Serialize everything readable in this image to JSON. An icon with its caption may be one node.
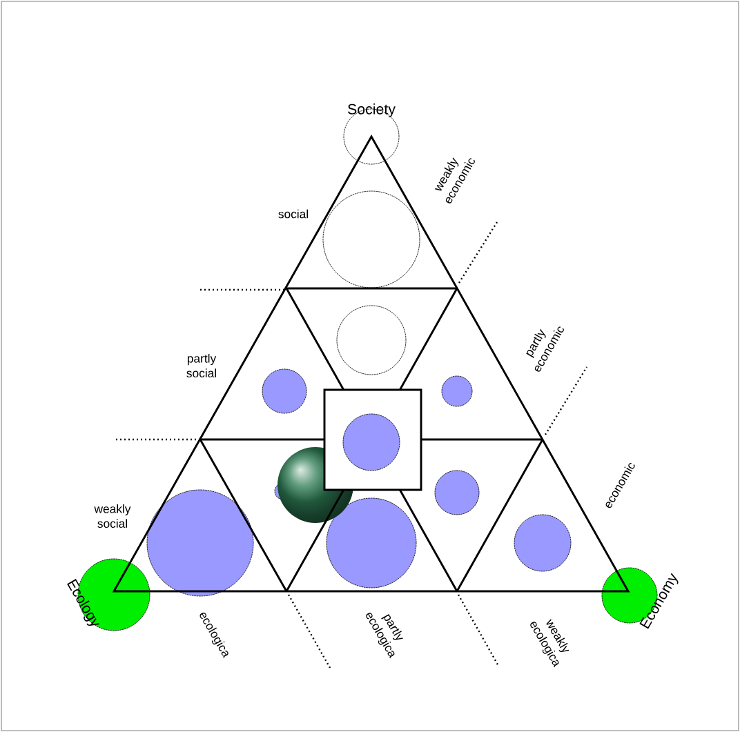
{
  "diagram": {
    "labels": [
      "Society",
      "weakly economic",
      "social",
      "partly economic",
      "partly social",
      "economic",
      "weakly social",
      "Ecology",
      "ecologica",
      "partly ecologica",
      "weakly ecologica",
      "Economy"
    ]
  }
}
